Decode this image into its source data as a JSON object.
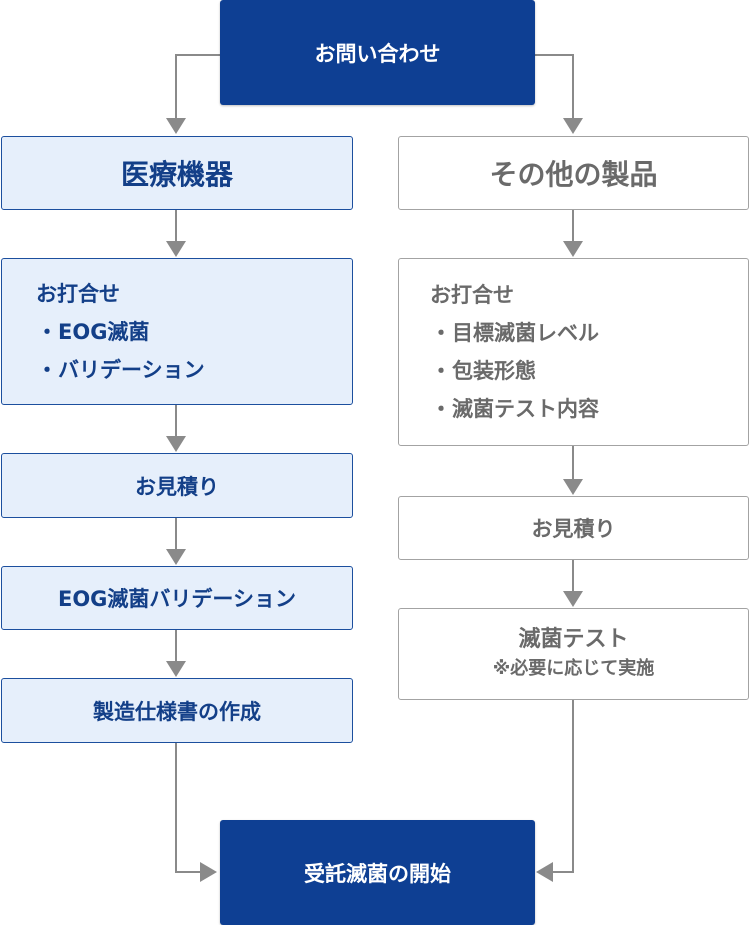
{
  "top": "お問い合わせ",
  "left": {
    "category": "医療機器",
    "consult_title": "お打合せ",
    "consult_items": [
      "EOG滅菌",
      "バリデーション"
    ],
    "bullet": "・",
    "estimate": "お見積り",
    "validation": "EOG滅菌バリデーション",
    "spec": "製造仕様書の作成"
  },
  "right": {
    "category": "その他の製品",
    "consult_title": "お打合せ",
    "consult_items": [
      "目標滅菌レベル",
      "包装形態",
      "滅菌テスト内容"
    ],
    "bullet": "・",
    "estimate": "お見積り",
    "test": "滅菌テスト",
    "test_note": "※必要に応じて実施"
  },
  "bottom": "受託滅菌の開始",
  "colors": {
    "navy": "#0e3f93",
    "light_blue_fill": "#e6effb",
    "blue_border": "#1c4f9e",
    "gray_border": "#a3a3a3",
    "gray_text": "#6a6a6a",
    "arrow": "#8a8a8a"
  }
}
